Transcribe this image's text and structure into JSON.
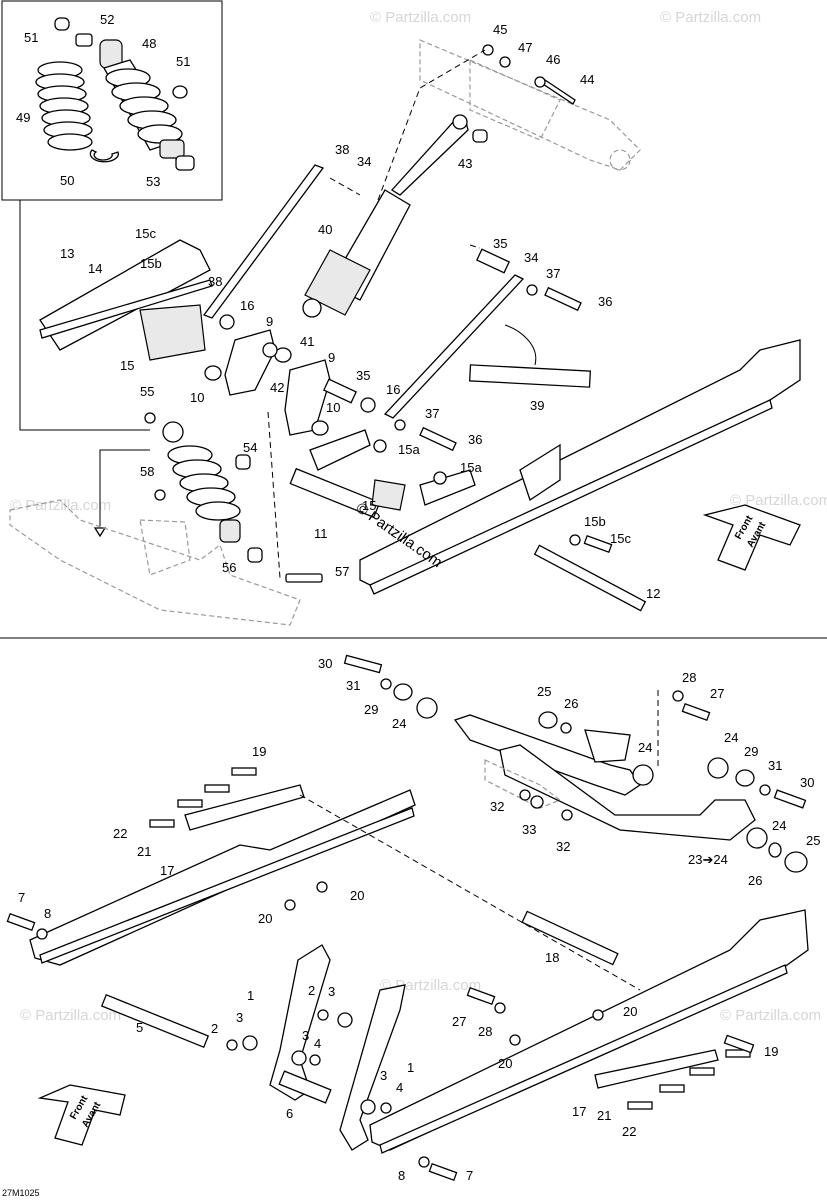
{
  "diagram_code": "27M1025",
  "watermark": "© Partzilla.com",
  "arrow_labels": {
    "front": "Front",
    "avant": "Avant"
  },
  "callouts_top": {
    "c51a": "51",
    "c52": "52",
    "c48": "48",
    "c51b": "51",
    "c49": "49",
    "c50": "50",
    "c53": "53",
    "c45": "45",
    "c47": "47",
    "c46": "46",
    "c44": "44",
    "c43": "43",
    "c38a": "38",
    "c34a": "34",
    "c40": "40",
    "c15c_a": "15c",
    "c13": "13",
    "c14": "14",
    "c15b_a": "15b",
    "c38b": "38",
    "c35a": "35",
    "c34b": "34",
    "c37a": "37",
    "c36a": "36",
    "c16a": "16",
    "c9a": "9",
    "c41": "41",
    "c9b": "9",
    "c15": "15",
    "c42": "42",
    "c55": "55",
    "c10a": "10",
    "c35b": "35",
    "c16b": "16",
    "c39": "39",
    "c10b": "10",
    "c37b": "37",
    "c54": "54",
    "c15a_a": "15a",
    "c36b": "36",
    "c15a_b": "15a",
    "c58": "58",
    "c15d": "15",
    "c11": "11",
    "c15b_b": "15b",
    "c15c_b": "15c",
    "c56": "56",
    "c57": "57",
    "c12": "12"
  },
  "callouts_bottom": {
    "c30a": "30",
    "c31a": "31",
    "c29a": "29",
    "c24a": "24",
    "c25a": "25",
    "c26a": "26",
    "c28a": "28",
    "c27a": "27",
    "c24b": "24",
    "c24c": "24",
    "c29b": "29",
    "c31b": "31",
    "c30b": "30",
    "c19a": "19",
    "c32a": "32",
    "c33": "33",
    "c32b": "32",
    "c24d": "24",
    "c25b": "25",
    "c22a": "22",
    "c21a": "21",
    "c17a": "17",
    "c20a": "20",
    "c20b": "20",
    "c23": "23➔24",
    "c26b": "26",
    "c7a": "7",
    "c8a": "8",
    "c18": "18",
    "c1a": "1",
    "c2a": "2",
    "c3a": "3",
    "c5": "5",
    "c2b": "2",
    "c3b": "3",
    "c27b": "27",
    "c28b": "28",
    "c20c": "20",
    "c20d": "20",
    "c19b": "19",
    "c3c": "3",
    "c4a": "4",
    "c1b": "1",
    "c6": "6",
    "c3d": "3",
    "c4b": "4",
    "c17b": "17",
    "c21b": "21",
    "c22b": "22",
    "c8b": "8",
    "c7b": "7"
  }
}
